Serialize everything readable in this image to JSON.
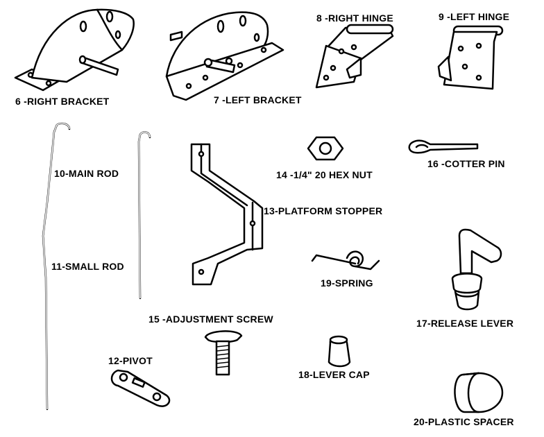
{
  "parts": [
    {
      "id": "right-bracket",
      "label": "6 -RIGHT BRACKET"
    },
    {
      "id": "left-bracket",
      "label": "7 -LEFT BRACKET"
    },
    {
      "id": "right-hinge",
      "label": "8 -RIGHT HINGE"
    },
    {
      "id": "left-hinge",
      "label": "9 -LEFT HINGE"
    },
    {
      "id": "main-rod",
      "label": "10-MAIN ROD"
    },
    {
      "id": "small-rod",
      "label": "11-SMALL ROD"
    },
    {
      "id": "pivot",
      "label": "12-PIVOT"
    },
    {
      "id": "platform-stopper",
      "label": "13-PLATFORM STOPPER"
    },
    {
      "id": "hex-nut",
      "label": "14 -1/4\" 20 HEX NUT"
    },
    {
      "id": "adjustment-screw",
      "label": "15 -ADJUSTMENT SCREW"
    },
    {
      "id": "cotter-pin",
      "label": "16 -COTTER PIN"
    },
    {
      "id": "release-lever",
      "label": "17-RELEASE LEVER"
    },
    {
      "id": "lever-cap",
      "label": "18-LEVER CAP"
    },
    {
      "id": "spring",
      "label": "19-SPRING"
    },
    {
      "id": "plastic-spacer",
      "label": "20-PLASTIC SPACER"
    }
  ],
  "colors": {
    "ink": "#000000",
    "paper": "#ffffff"
  }
}
